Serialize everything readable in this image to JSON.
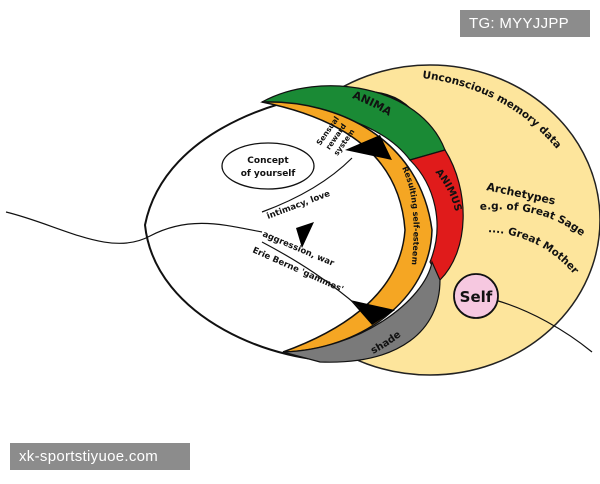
{
  "watermarks": {
    "top": "TG: MYYJJPP",
    "bottom": "xk-sportstiyuoe.com"
  },
  "labels": {
    "unconscious_memory": "Unconscious memory data",
    "anima": "ANIMA",
    "animus": "ANIMUS",
    "sensual_line1": "Sensual",
    "sensual_line2": "reward",
    "sensual_line3": "system",
    "concept_line1": "Concept",
    "concept_line2": "of yourself",
    "intimacy": "intimacy, love",
    "aggression": "aggression, war",
    "erie_berne": "Erie Berne 'gammes'",
    "self_esteem": "Resulting self-esteem",
    "archetypes": "Archetypes",
    "great_sage": "e.g. of Great Sage",
    "great_mother": ".... Great Mother",
    "self": "Self",
    "shade": "shade"
  },
  "colors": {
    "outer_fill": "#fde59c",
    "anima_fill": "#1a8a35",
    "animus_fill": "#e01b1b",
    "orange_fill": "#f5a623",
    "shade_fill": "#7a7a7a",
    "self_fill": "#f6c8e0",
    "black": "#000000"
  }
}
